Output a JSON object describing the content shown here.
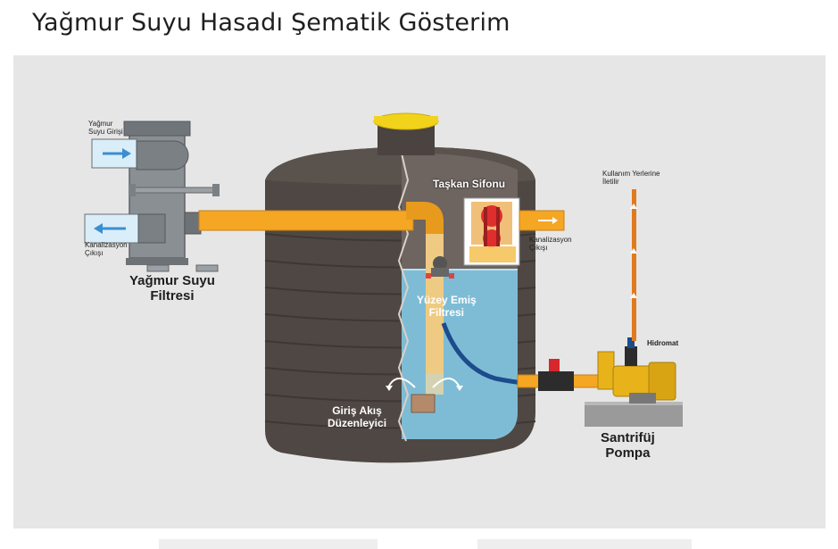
{
  "title": "Yağmur Suyu Hasadı Şematik Gösterim",
  "labels": {
    "rain_inlet_line1": "Yağmur",
    "rain_inlet_line2": "Suyu Girişi",
    "sewer_out_left_line1": "Kanalizasyon",
    "sewer_out_left_line2": "Çıkışı",
    "filter_line1": "Yağmur Suyu",
    "filter_line2": "Filtresi",
    "overflow_siphon": "Taşkan Sifonu",
    "sewer_out_right_line1": "Kanalizasyon",
    "sewer_out_right_line2": "Çıkışı",
    "usage_line1": "Kullanım Yerlerine",
    "usage_line2": "İletilir",
    "surface_filter_line1": "Yüzey Emiş",
    "surface_filter_line2": "Filtresi",
    "hidromat": "Hidromat",
    "inflow_line1": "Giriş Akış",
    "inflow_line2": "Düzenleyici",
    "pump_line1": "Santrifüj",
    "pump_line2": "Pompa"
  },
  "colors": {
    "pipe": "#f5a623",
    "tank": "#4f4743",
    "water": "#7fc3df",
    "lid": "#f2d31b",
    "filter_body": "#8a8f94",
    "pump": "#e8b21a",
    "riser": "#e07a1f"
  }
}
